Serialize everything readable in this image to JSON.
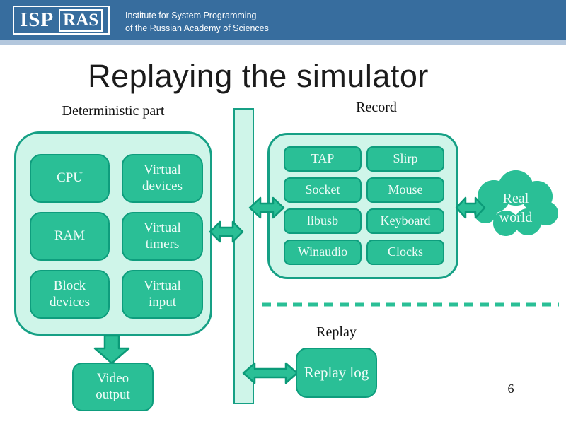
{
  "header": {
    "logo_isp": "ISP",
    "logo_ras": "RAS",
    "org_line1": "Institute for System Programming",
    "org_line2": "of the Russian Academy of Sciences"
  },
  "title": "Replaying the simulator",
  "deterministic": {
    "label": "Deterministic part",
    "boxes": [
      "CPU",
      "Virtual devices",
      "RAM",
      "Virtual timers",
      "Block devices",
      "Virtual input"
    ]
  },
  "record": {
    "label": "Record",
    "boxes": [
      "TAP",
      "Slirp",
      "Socket",
      "Mouse",
      "libusb",
      "Keyboard",
      "Winaudio",
      "Clocks"
    ]
  },
  "cloud": {
    "line1": "Real",
    "line2": "world"
  },
  "replay": {
    "label": "Replay",
    "box_label": "Replay log"
  },
  "video_output_label": "Video output",
  "page_number": "6",
  "colors": {
    "header_blue": "#376d9e",
    "accent_strip": "#b3c7dd",
    "shape_green": "#2abf96",
    "shape_border": "#0e9d7d",
    "container_fill": "#cff5e9",
    "container_border": "#16a085",
    "dashed_line": "#2abf96",
    "title_text": "#1b1b1b",
    "box_text": "#effcf8"
  }
}
